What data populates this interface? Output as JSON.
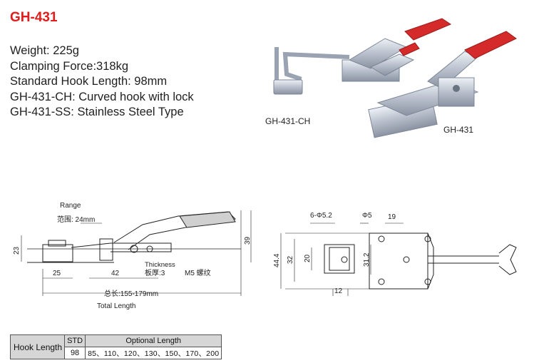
{
  "header": {
    "title": "GH-431"
  },
  "specs": [
    "Weight: 225g",
    "Clamping Force:318kg",
    "Standard Hook Length: 98mm",
    "GH-431-CH: Curved hook with lock",
    "GH-431-SS: Stainless Steel Type"
  ],
  "photos": {
    "label_ch": "GH-431-CH",
    "label_std": "GH-431"
  },
  "side_view": {
    "range_label": "Range",
    "range_cn": "范围: 24mm",
    "height_23": "23",
    "height_39": "39",
    "dim_25": "25",
    "dim_42": "42",
    "thickness_en": "Thickness",
    "thickness_cn": "板厚:3",
    "nut_label": "M5 螺纹",
    "total_cn": "总长:155-179mm",
    "total_en": "Total Length"
  },
  "top_view": {
    "holes": "6-Φ5.2",
    "phi5": "Φ5",
    "dim_19": "19",
    "dim_44_4": "44.4",
    "dim_32": "32",
    "dim_20": "20",
    "dim_31_2": "31.2",
    "dim_12": "12"
  },
  "length_table": {
    "row_label": "Hook Length",
    "std_header": "STD",
    "optional_header": "Optional Length",
    "std_value": "98",
    "optional_values": "85、110、120、130、150、170、200"
  },
  "colors": {
    "title": "#e21b1b",
    "handle": "#d42a2a",
    "metal": "#c7ccd6"
  }
}
